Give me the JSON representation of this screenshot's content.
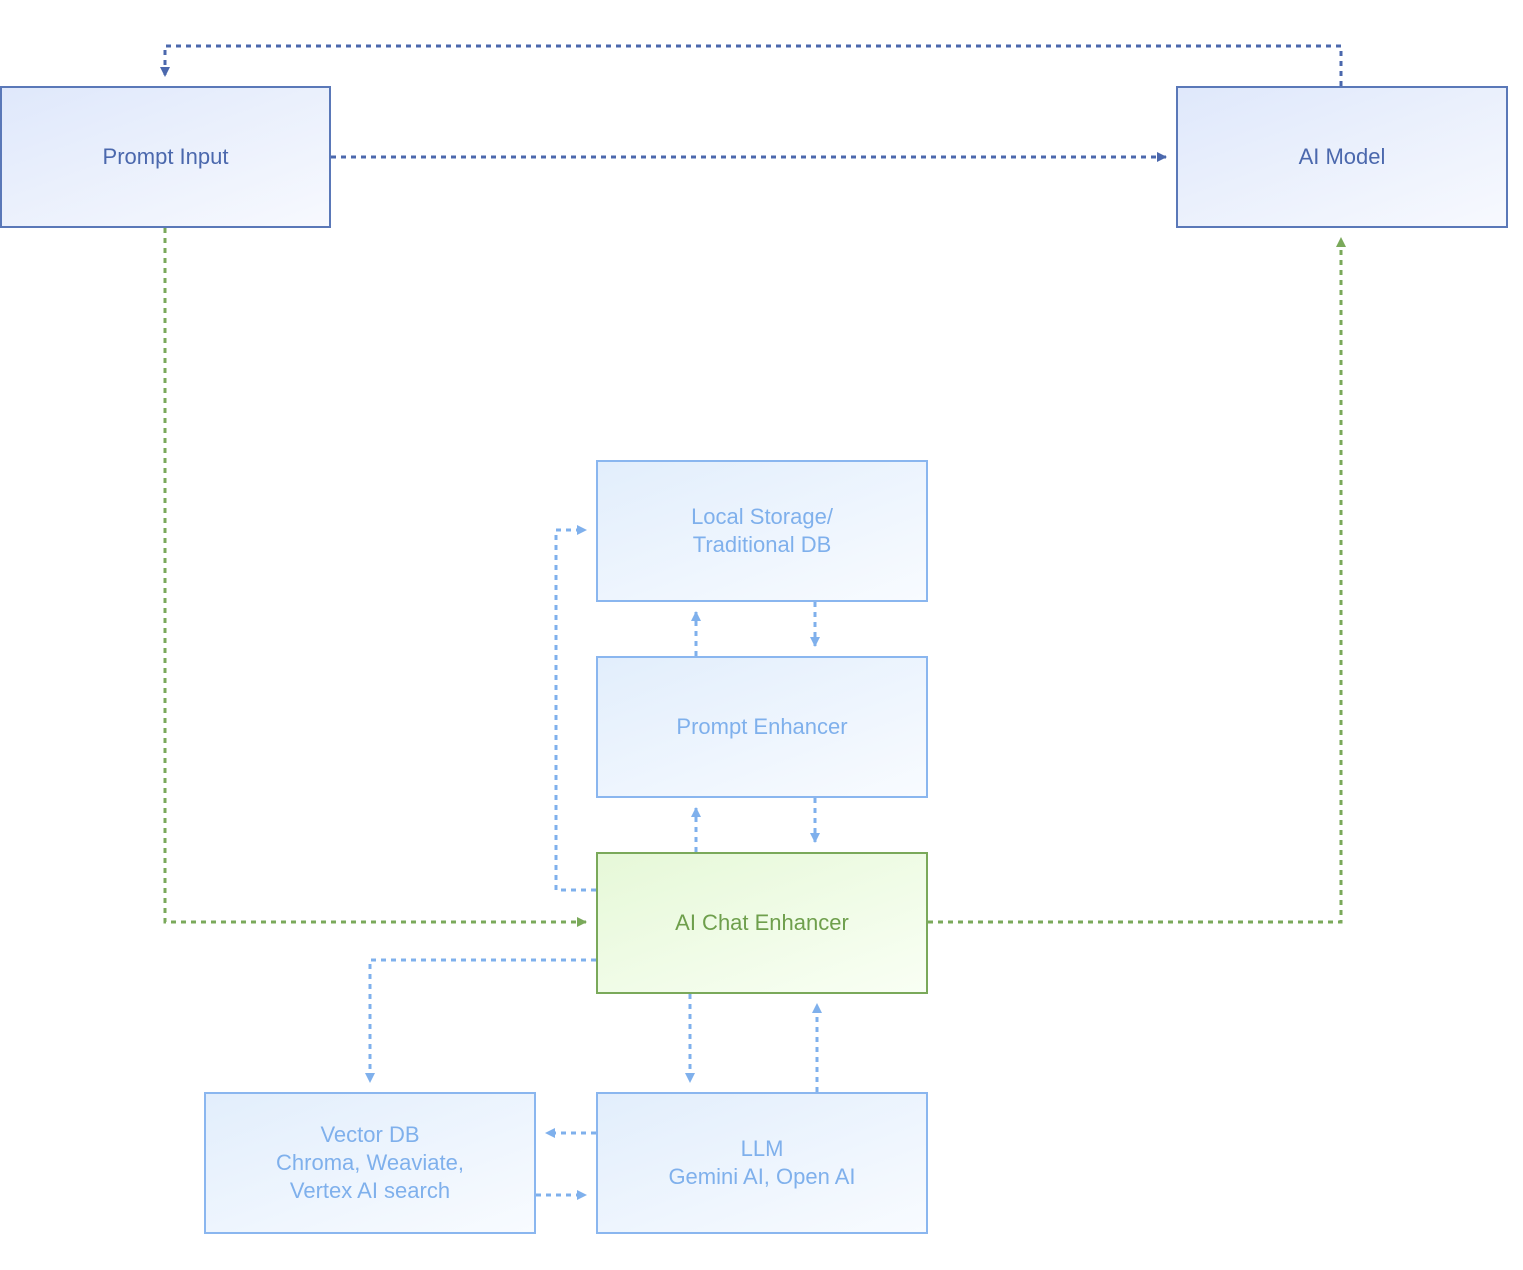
{
  "nodes": {
    "prompt_input": {
      "lines": [
        "Prompt Input"
      ]
    },
    "ai_model": {
      "lines": [
        "AI Model"
      ]
    },
    "local_storage": {
      "lines": [
        "Local Storage/",
        "Traditional DB"
      ]
    },
    "prompt_enhancer": {
      "lines": [
        "Prompt Enhancer"
      ]
    },
    "chat_enhancer": {
      "lines": [
        "AI Chat Enhancer"
      ]
    },
    "vector_db": {
      "lines": [
        "Vector DB",
        "Chroma, Weaviate,",
        "Vertex AI search"
      ]
    },
    "llm": {
      "lines": [
        "LLM",
        "Gemini AI, Open AI"
      ]
    }
  },
  "colors": {
    "dark_blue": "#4b68ad",
    "light_blue": "#7fb0ec",
    "green": "#7aa95a"
  }
}
